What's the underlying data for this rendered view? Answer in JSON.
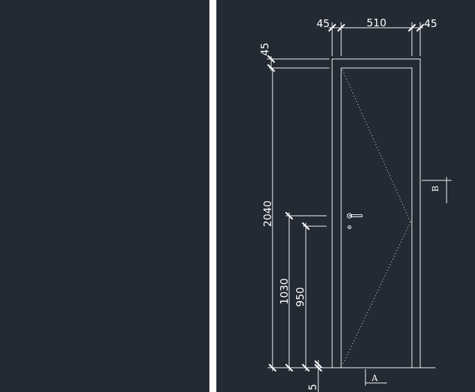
{
  "colors": {
    "background": "#232a33",
    "divider": "#ffffff",
    "linework": "#ffffff"
  },
  "dimensions": {
    "left_jamb": "45",
    "door_width": "510",
    "right_jamb": "45",
    "top_jamb": "45",
    "total_height": "2040",
    "handle_height": "1030",
    "lock_height": "950",
    "bottom_gap": "5"
  },
  "section_marks": {
    "horizontal": "A",
    "vertical": "B"
  }
}
